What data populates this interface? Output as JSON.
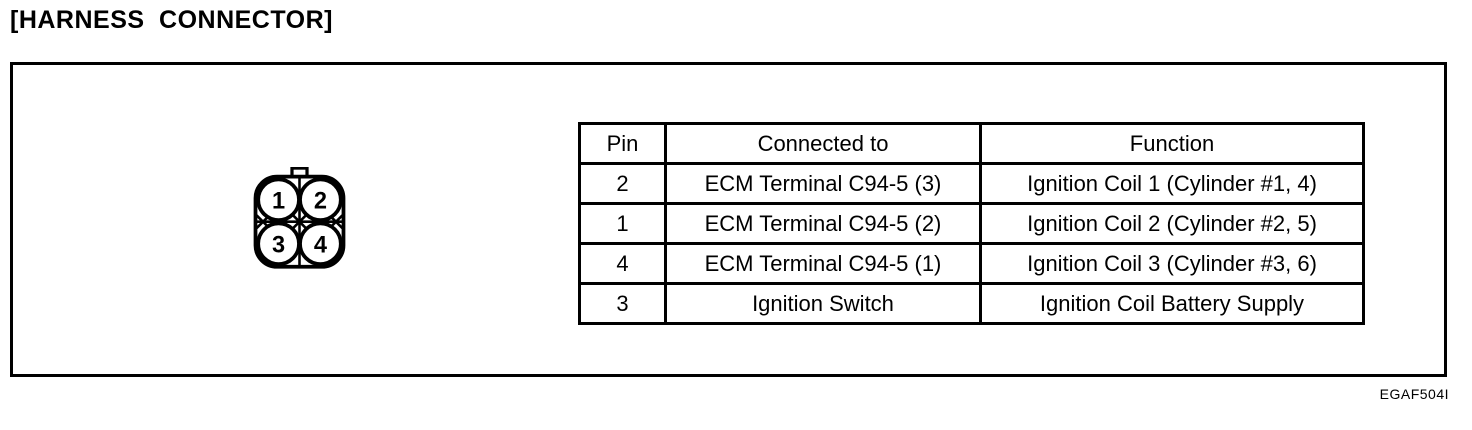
{
  "page": {
    "title": "[HARNESS CONNECTOR]",
    "figure_code": "EGAF504I"
  },
  "connector": {
    "pins": [
      "1",
      "2",
      "3",
      "4"
    ]
  },
  "pin_table": {
    "headers": [
      "Pin",
      "Connected to",
      "Function"
    ],
    "rows": [
      [
        "2",
        "ECM Terminal C94-5 (3)",
        "Ignition Coil 1 (Cylinder #1, 4)"
      ],
      [
        "1",
        "ECM Terminal C94-5 (2)",
        "Ignition Coil 2 (Cylinder #2, 5)"
      ],
      [
        "4",
        "ECM Terminal C94-5 (1)",
        "Ignition Coil 3 (Cylinder #3, 6)"
      ],
      [
        "3",
        "Ignition Switch",
        "Ignition Coil Battery Supply"
      ]
    ]
  },
  "colors": {
    "ink": "#000000",
    "paper": "#ffffff"
  }
}
